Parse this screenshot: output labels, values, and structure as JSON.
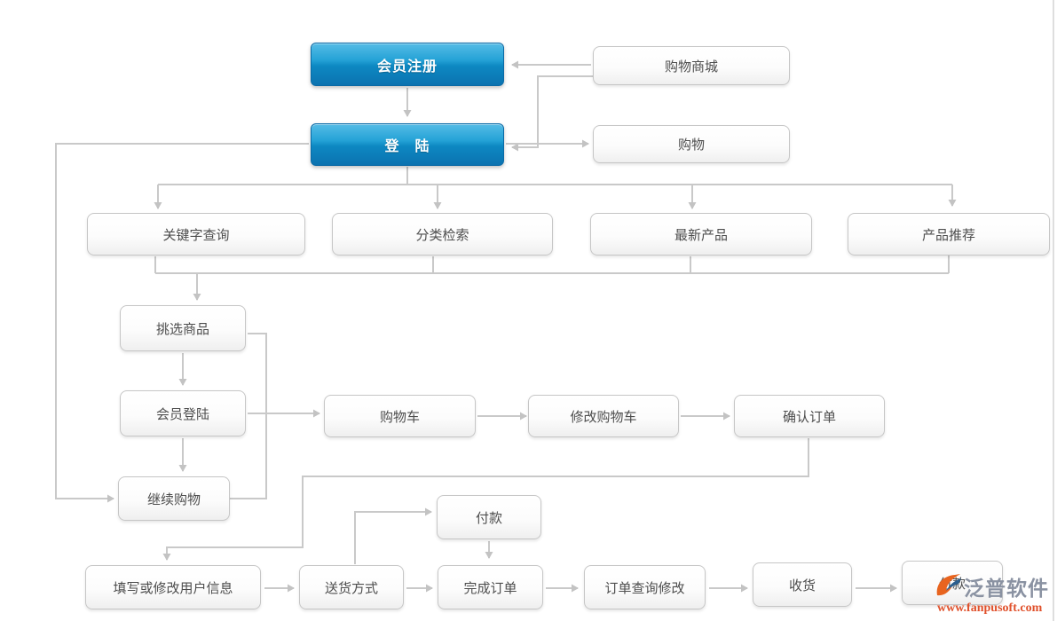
{
  "diagram": {
    "nodes": {
      "member_register": "会员注册",
      "login": "登　陆",
      "shopping_mall": "购物商城",
      "shopping": "购物",
      "keyword_search": "关键字查询",
      "category_search": "分类检索",
      "latest_products": "最新产品",
      "product_recommend": "产品推荐",
      "pick_goods": "挑选商品",
      "member_login": "会员登陆",
      "continue_shopping": "继续购物",
      "cart": "购物车",
      "modify_cart": "修改购物车",
      "confirm_order": "确认订单",
      "payment_upper": "付款",
      "fill_user_info": "填写或修改用户信息",
      "delivery_method": "送货方式",
      "complete_order": "完成订单",
      "order_query_modify": "订单查询修改",
      "receive_goods": "收货",
      "payment_lower": "付款"
    },
    "colors": {
      "highlight_node": "#0d88c2",
      "plain_node_border": "#c6c6c6",
      "connector": "#c9c9c9",
      "node_text": "#4d4d4d"
    }
  },
  "watermark": {
    "brand": "泛普软件",
    "url": "www.fanpusoft.com",
    "brand_color": "#8a92a2",
    "url_color": "#e0512c"
  }
}
